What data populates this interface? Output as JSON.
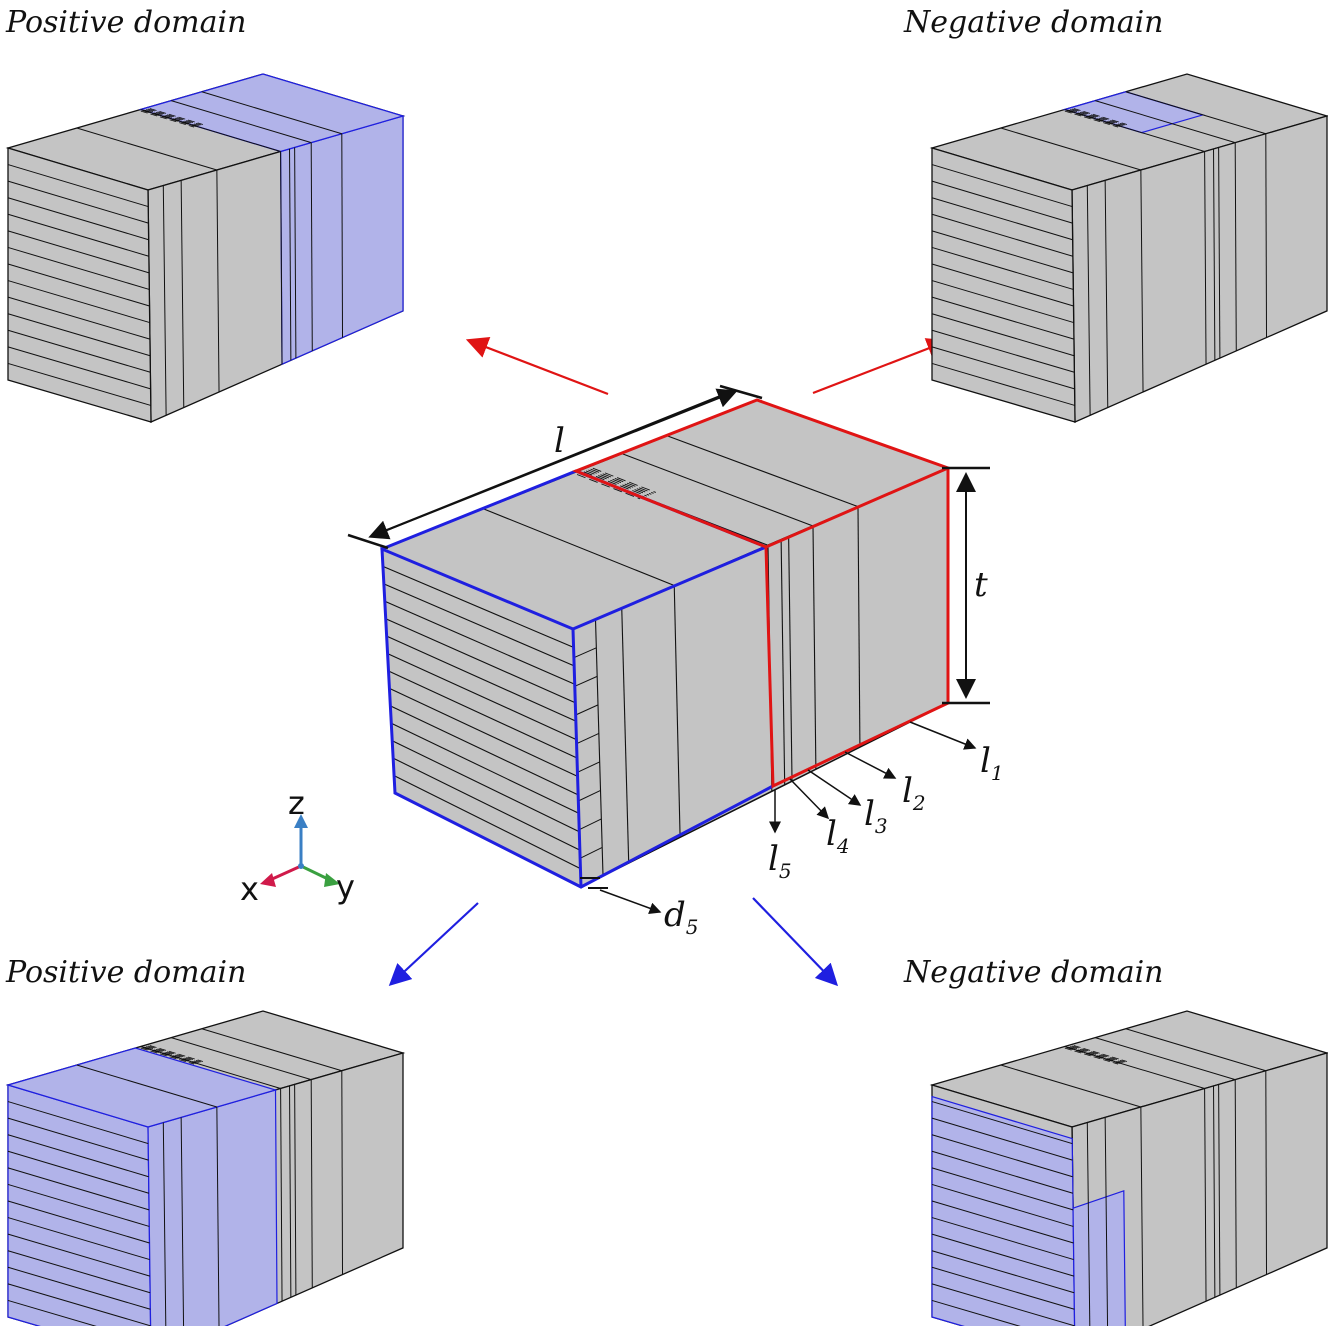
{
  "labels": {
    "top_left": "Positive domain",
    "top_right": "Negative domain",
    "bottom_left": "Positive domain",
    "bottom_right": "Negative domain"
  },
  "dimensions": {
    "length": "l",
    "thickness": "t",
    "l1": {
      "base": "l",
      "sub": "1"
    },
    "l2": {
      "base": "l",
      "sub": "2"
    },
    "l3": {
      "base": "l",
      "sub": "3"
    },
    "l4": {
      "base": "l",
      "sub": "4"
    },
    "l5": {
      "base": "l",
      "sub": "5"
    },
    "d5": {
      "base": "d",
      "sub": "5"
    }
  },
  "axes": {
    "z": "z",
    "x": "x",
    "y": "y"
  },
  "colors": {
    "body": "#c4c4c4",
    "edge": "#111111",
    "positive": "#1f1fe0",
    "negative": "#e01414",
    "highlight": "#aeb0f0",
    "axis_z": "#3a7fc4",
    "axis_x": "#d01a4a",
    "axis_y": "#3aa040"
  }
}
